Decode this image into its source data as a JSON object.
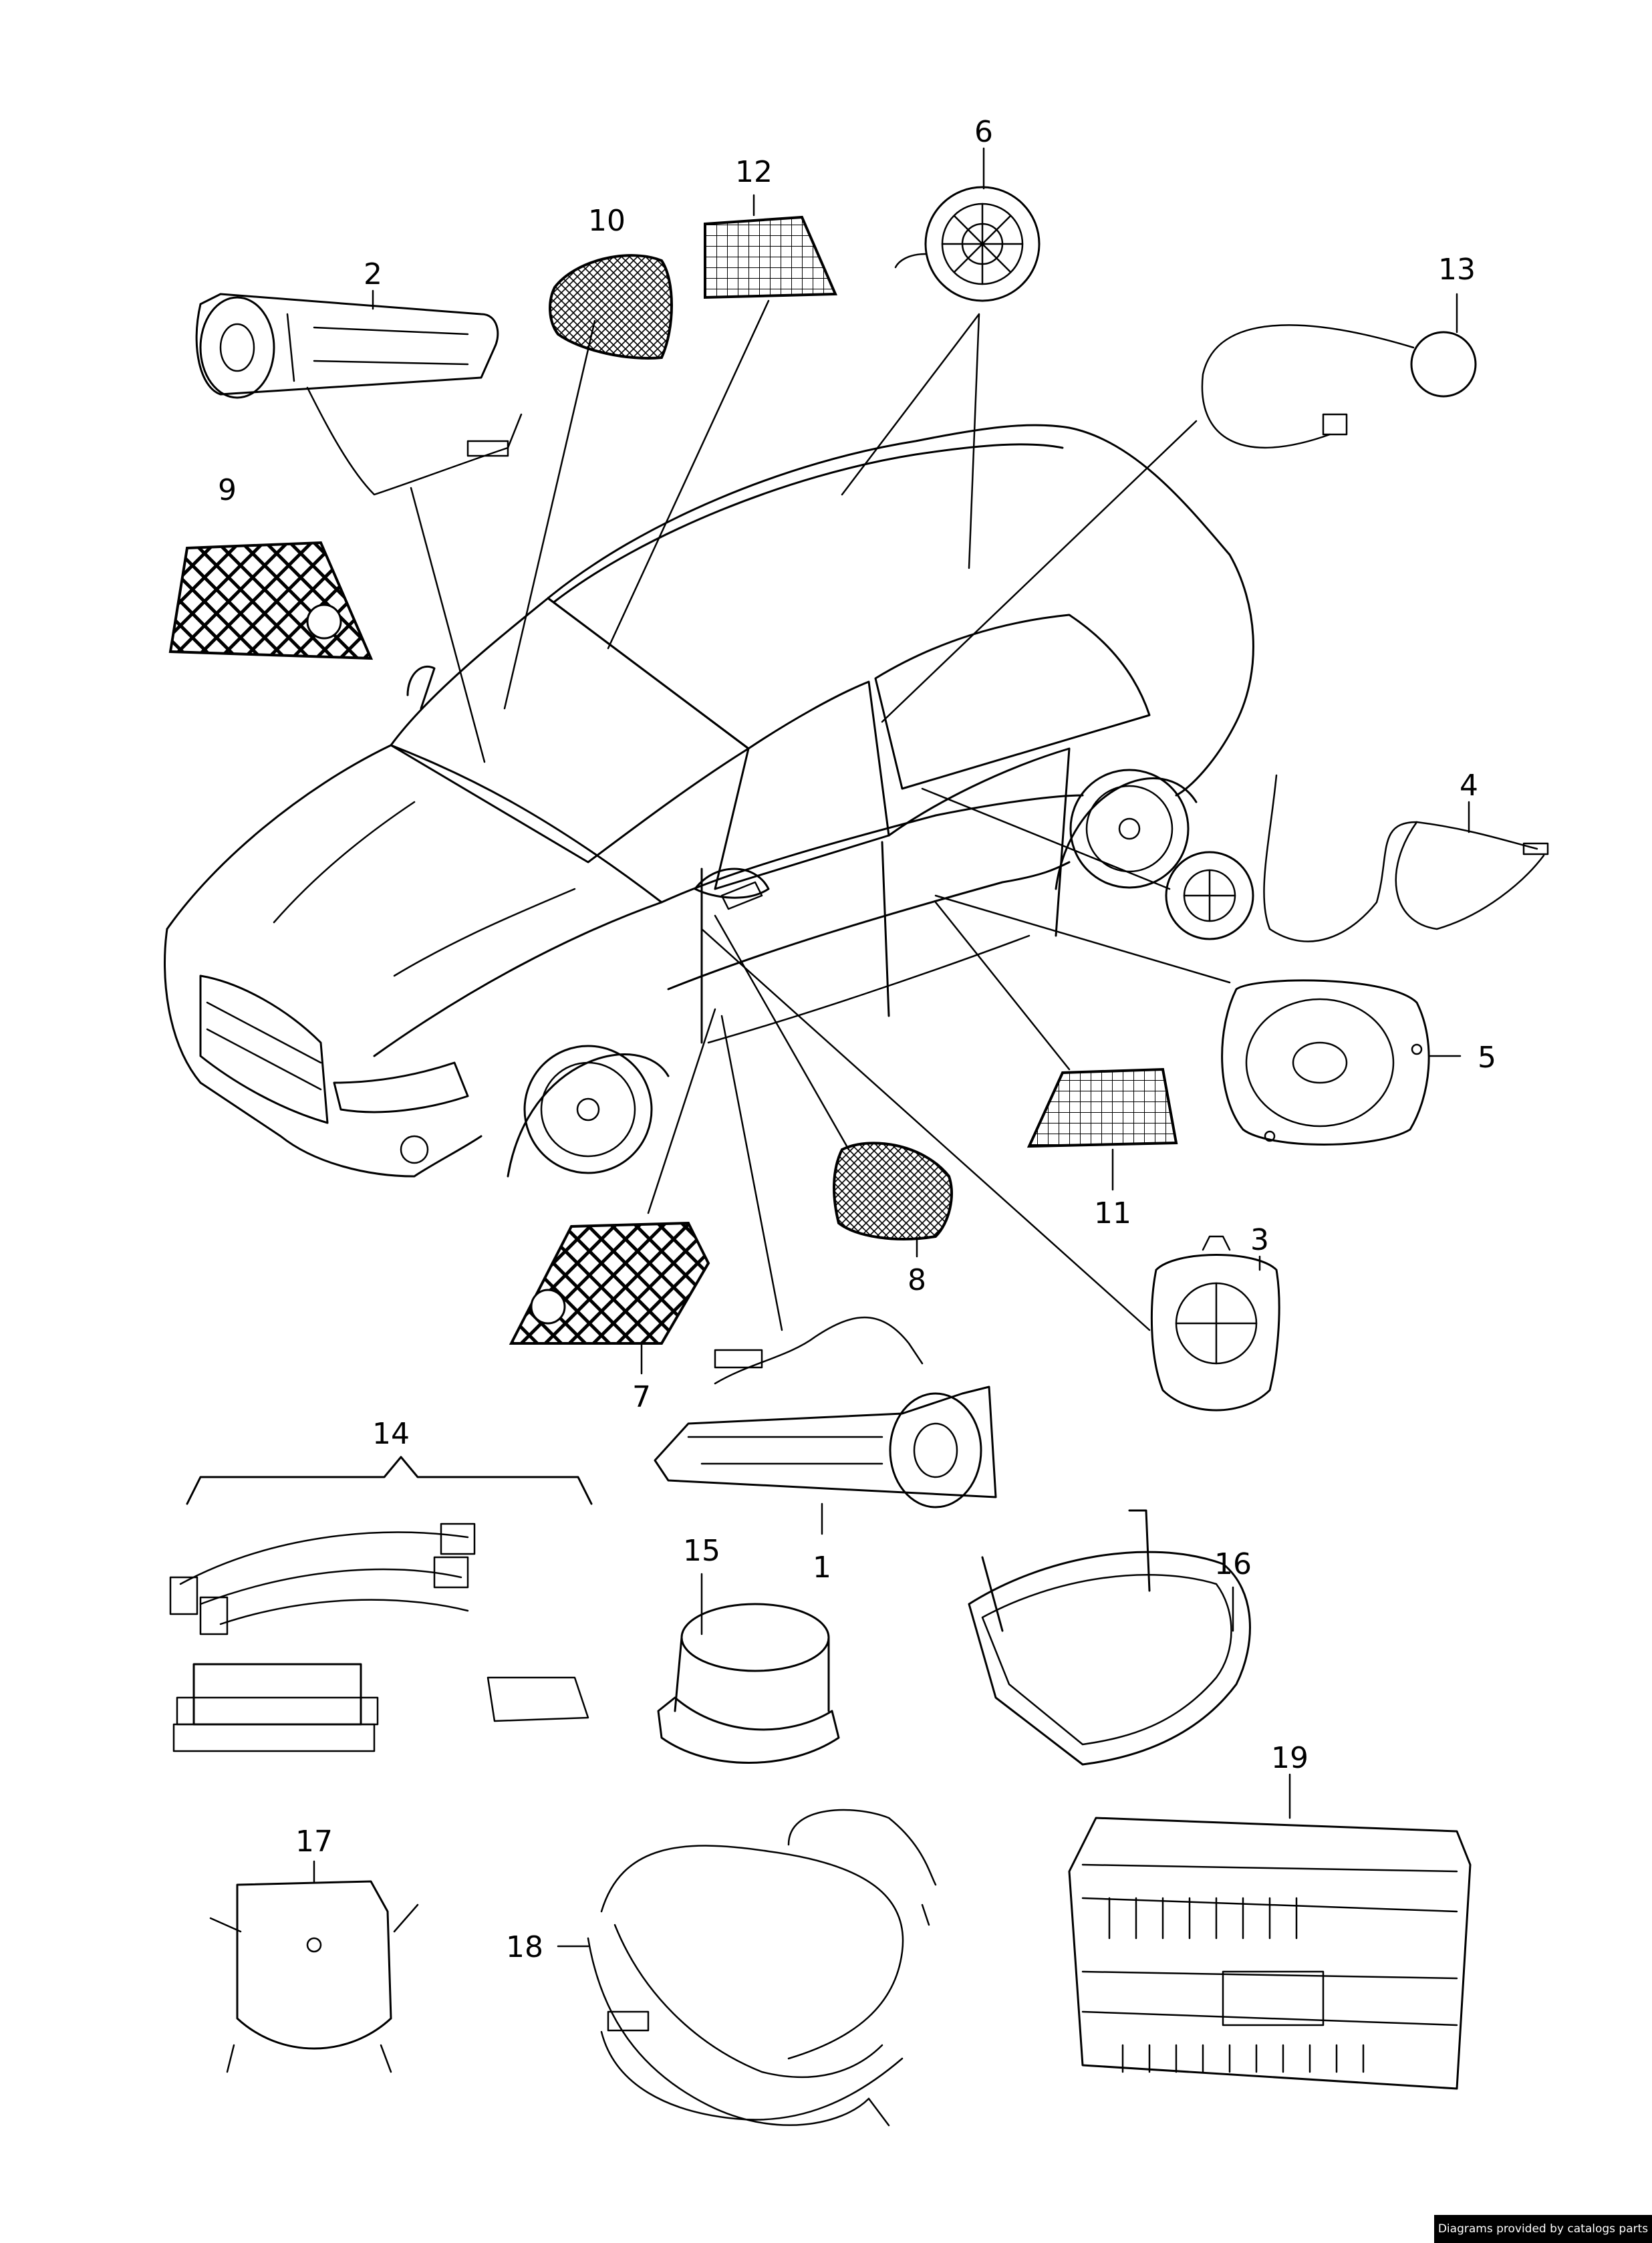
{
  "callouts": [
    {
      "id": "1",
      "text": "1"
    },
    {
      "id": "2",
      "text": "2"
    },
    {
      "id": "3",
      "text": "3"
    },
    {
      "id": "4",
      "text": "4"
    },
    {
      "id": "5",
      "text": "5"
    },
    {
      "id": "6",
      "text": "6"
    },
    {
      "id": "7",
      "text": "7"
    },
    {
      "id": "8",
      "text": "8"
    },
    {
      "id": "9",
      "text": "9"
    },
    {
      "id": "10",
      "text": "10"
    },
    {
      "id": "11",
      "text": "11"
    },
    {
      "id": "12",
      "text": "12"
    },
    {
      "id": "13",
      "text": "13"
    },
    {
      "id": "14",
      "text": "14"
    },
    {
      "id": "15",
      "text": "15"
    },
    {
      "id": "16",
      "text": "16"
    },
    {
      "id": "17",
      "text": "17"
    },
    {
      "id": "18",
      "text": "18"
    },
    {
      "id": "19",
      "text": "19"
    }
  ],
  "footer": {
    "credit": "Diagrams provided by catalogs parts"
  }
}
